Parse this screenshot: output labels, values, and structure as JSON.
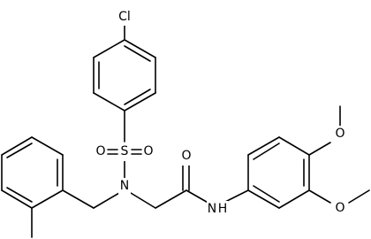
{
  "molecule": {
    "atom_labels": {
      "chlorine": "Cl",
      "sulfur": "S",
      "sulfonyl_oxygen_left": "O",
      "sulfonyl_oxygen_right": "O",
      "sulfonamide_nitrogen": "N",
      "carbonyl_oxygen": "O",
      "amide_nitrogen": "N",
      "amide_hydrogen": "H",
      "methoxy_oxygen_upper": "O",
      "methoxy_oxygen_lower": "O"
    },
    "colors": {
      "ink": "#000000",
      "background": "#ffffff"
    }
  }
}
